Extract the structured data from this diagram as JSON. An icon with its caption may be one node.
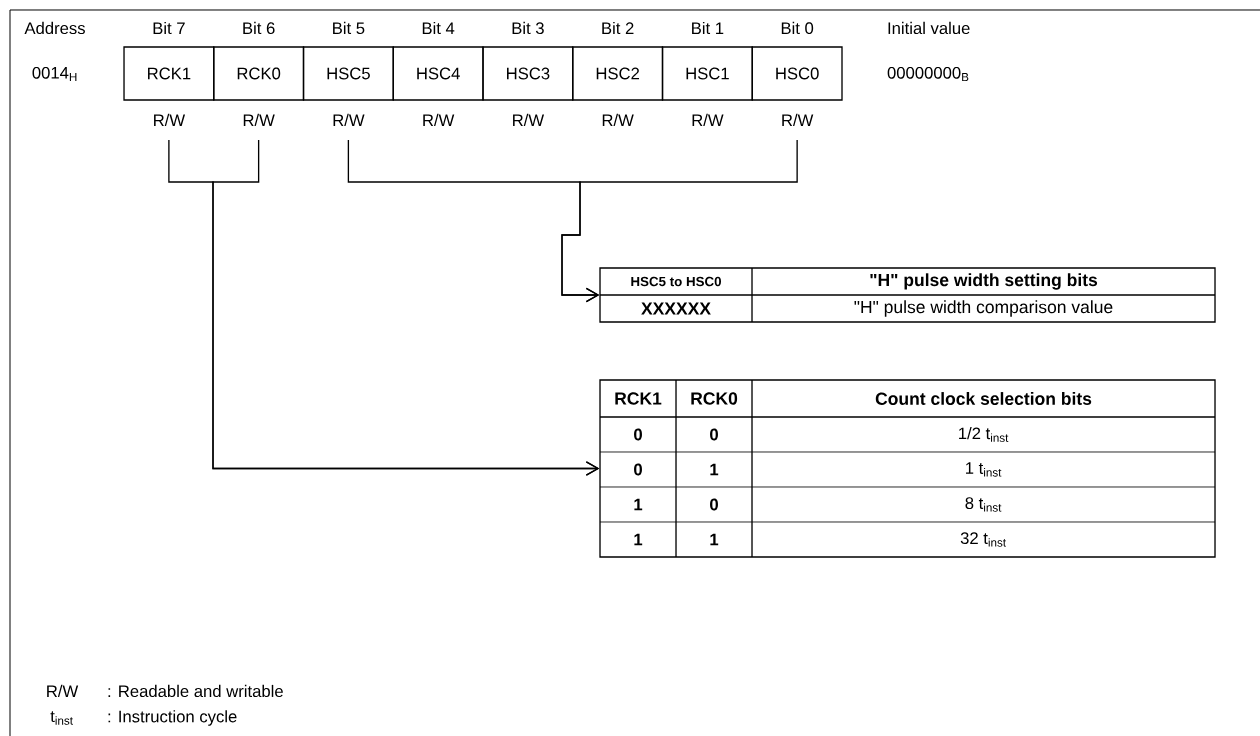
{
  "diagram": {
    "nodes": [
      {
        "text": [
          "RCK1"
        ],
        "beside": [
          "Bit 7",
          "R/W"
        ]
      },
      {
        "text": [
          "RCK0"
        ],
        "beside": [
          "Bit 6",
          "R/W"
        ]
      },
      {
        "text": [
          "HSC5"
        ],
        "beside": [
          "Bit 5",
          "R/W"
        ]
      },
      {
        "text": [
          "HSC4"
        ],
        "beside": [
          "Bit 4",
          "R/W"
        ]
      },
      {
        "text": [
          "HSC3"
        ],
        "beside": [
          "Bit 3",
          "R/W"
        ]
      },
      {
        "text": [
          "HSC2"
        ],
        "beside": [
          "Bit 2",
          "R/W"
        ]
      },
      {
        "text": [
          "HSC1"
        ],
        "beside": [
          "Bit 1",
          "R/W"
        ]
      },
      {
        "text": [
          "HSC0"
        ],
        "beside": [
          "Bit 0",
          "R/W"
        ]
      },
      {
        "text": [
          "HSC5 to HSC0",
          "\"H\" pulse width setting bits",
          "XXXXXX",
          "\"H\" pulse width comparison value"
        ]
      },
      {
        "text": [
          "RCK1",
          "RCK0",
          "Count clock selection bits",
          "0",
          "0",
          "1/2 t$_{inst}$",
          "0",
          "1",
          "1 t$_{inst}$",
          "1",
          "0",
          "8 t$_{inst}$",
          "1",
          "1",
          "32 t$_{inst}$"
        ]
      }
    ],
    "edges": [
      {
        "from": 0,
        "to": 9,
        "arrow": "to"
      },
      {
        "from": 1,
        "to": 9,
        "arrow": "to"
      },
      {
        "from": 2,
        "to": 8,
        "arrow": "to"
      },
      {
        "from": 7,
        "to": 8,
        "arrow": "to"
      }
    ],
    "labels": [
      "Address",
      "Initial value",
      "0014$_{H}$",
      "00000000$_{B}$",
      "R/W",
      ": Readable and writable",
      "t$_{inst}$",
      ": Instruction cycle"
    ]
  }
}
